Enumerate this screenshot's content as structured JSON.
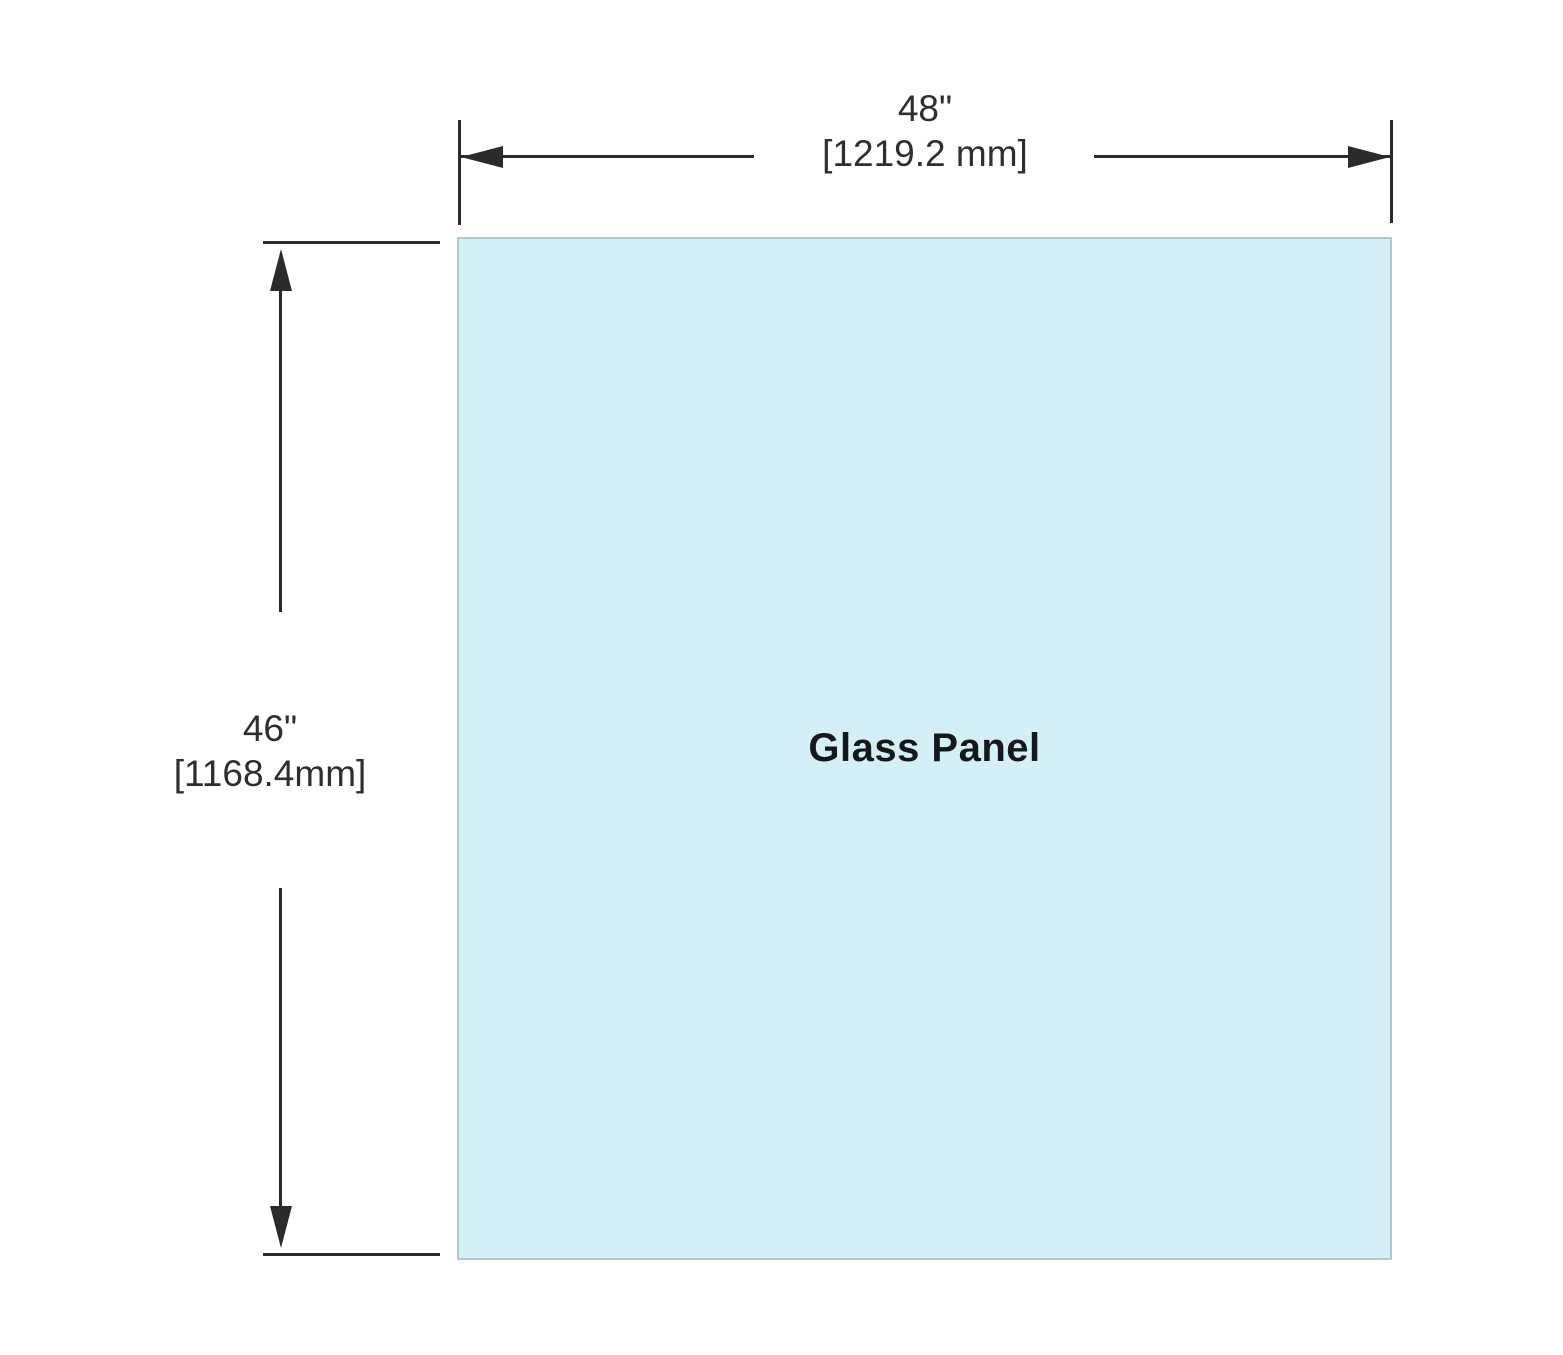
{
  "diagram": {
    "panel": {
      "label": "Glass Panel"
    },
    "width_dimension": {
      "inches": "48\"",
      "mm": "[1219.2 mm]"
    },
    "height_dimension": {
      "inches": "46\"",
      "mm": "[1168.4mm]"
    },
    "colors": {
      "panel_fill": "#d5eff6",
      "panel_border": "#b7c6cb",
      "line": "#2b2b2b",
      "text": "#2e2e2e",
      "label": "#15181a"
    }
  }
}
